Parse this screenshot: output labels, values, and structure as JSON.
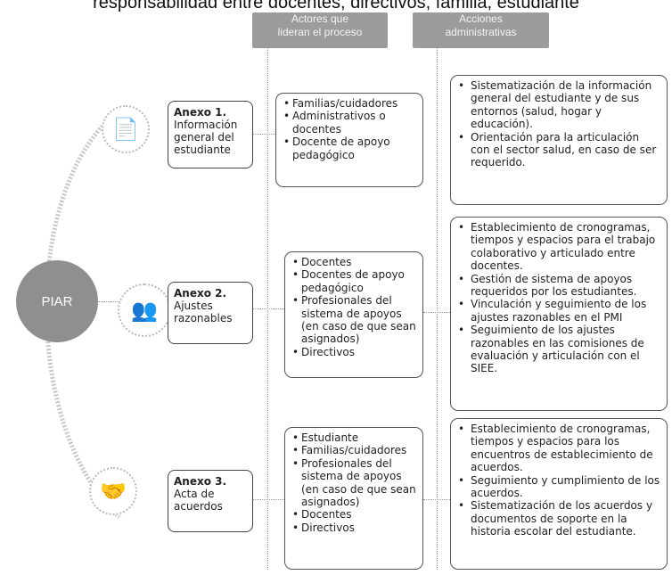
{
  "title": "responsabilidad entre docentes, directivos, familia, estudiante",
  "headers": {
    "actors": [
      "Actores que",
      "lideran el proceso"
    ],
    "actions": [
      "Acciones",
      "administrativas"
    ]
  },
  "center": {
    "label": "PIAR"
  },
  "icons": [
    "document-icon",
    "people-icon",
    "handshake-icon"
  ],
  "rows": [
    {
      "annex": {
        "title": "Anexo 1.",
        "subtitle": "Información general del estudiante"
      },
      "actors": [
        "Familias/cuidadores",
        "Administrativos o docentes",
        "Docente de apoyo pedagógico"
      ],
      "actions": [
        "Sistematización de la información general del estudiante y de sus entornos (salud, hogar y educación).",
        "Orientación para la articulación con el sector salud, en caso de ser requerido."
      ]
    },
    {
      "annex": {
        "title": "Anexo 2.",
        "subtitle": "Ajustes razonables"
      },
      "actors": [
        "Docentes",
        "Docentes de apoyo pedagógico",
        "Profesionales del sistema de apoyos (en caso de que sean asignados)",
        "Directivos"
      ],
      "actions": [
        "Establecimiento de cronogramas, tiempos y espacios para el trabajo colaborativo y articulado entre docentes.",
        "Gestión de sistema de apoyos requeridos por los estudiantes.",
        "Vinculación y seguimiento de los ajustes razonables en el PMI",
        "Seguimiento de los ajustes razonables en las comisiones de evaluación y articulación con el SIEE."
      ]
    },
    {
      "annex": {
        "title": "Anexo 3.",
        "subtitle": "Acta de acuerdos"
      },
      "actors": [
        "Estudiante",
        "Familias/cuidadores",
        "Profesionales del sistema de apoyos (en caso de que sean asignados)",
        "Docentes",
        "Directivos"
      ],
      "actions": [
        "Establecimiento de cronogramas, tiempos y espacios para los encuentros de establecimiento de acuerdos.",
        "Seguimiento y cumplimiento de los acuerdos.",
        "Sistematización de los acuerdos y documentos de soporte en la historia escolar del estudiante."
      ]
    }
  ]
}
